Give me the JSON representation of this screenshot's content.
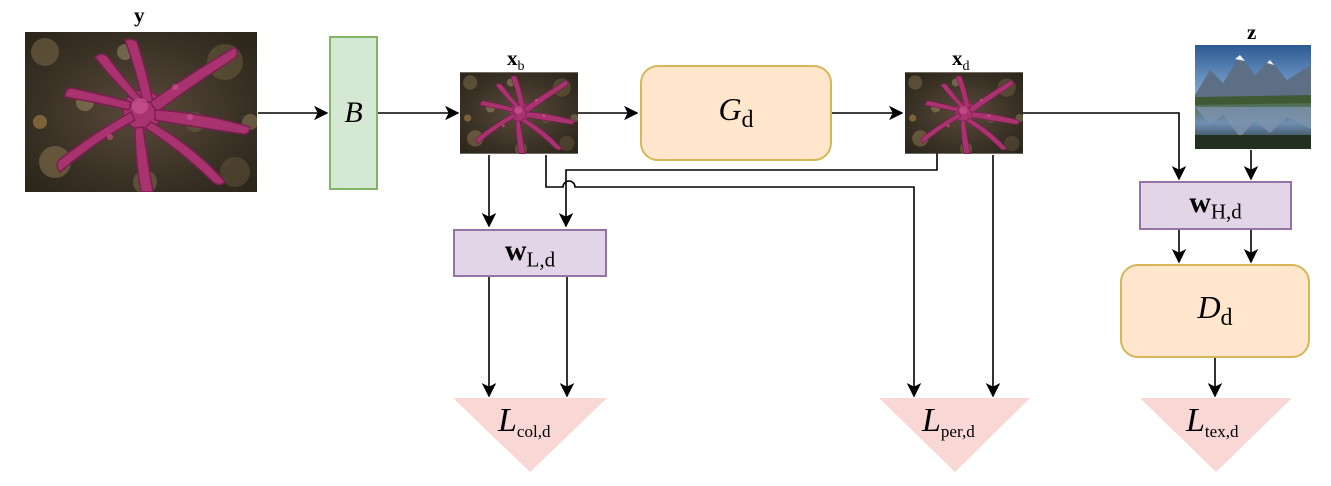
{
  "labels": {
    "y": "y",
    "xb_main": "x",
    "xb_sub": "b",
    "xd_main": "x",
    "xd_sub": "d",
    "z": "z"
  },
  "blocks": {
    "B": "B",
    "G_main": "G",
    "G_sub": "d",
    "D_main": "D",
    "D_sub": "d",
    "wL_main": "w",
    "wL_sub": "L,d",
    "wH_main": "w",
    "wH_sub": "H,d"
  },
  "losses": {
    "col_main": "L",
    "col_sub": "col,d",
    "per_main": "L",
    "per_sub": "per,d",
    "tex_main": "L",
    "tex_sub": "tex,d"
  },
  "icons": {
    "starfish_image": "starfish-photo",
    "landscape_image": "mountain-lake-photo"
  },
  "colors": {
    "green_fill": "#d5e8d4",
    "green_stroke": "#82b366",
    "purple_fill": "#e1d5e7",
    "purple_stroke": "#9673a6",
    "orange_fill": "#ffe6cc",
    "orange_stroke": "#d6b656",
    "loss_fill": "#f8d7d5"
  }
}
